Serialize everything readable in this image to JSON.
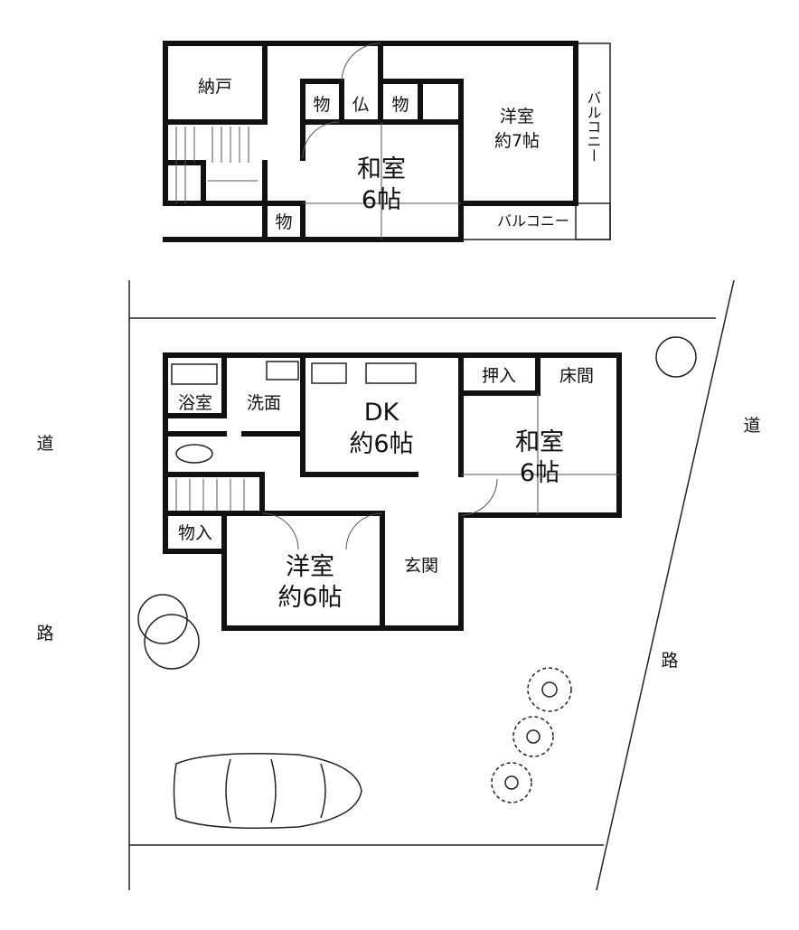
{
  "upper_floor": {
    "storage_room": "納戸",
    "closet_left": "物",
    "altar": "仏",
    "closet_right": "物",
    "japanese_room": {
      "name": "和室",
      "size": "6帖"
    },
    "western_room": {
      "name": "洋室",
      "size": "約7帖"
    },
    "balcony_side": "バルコニー",
    "balcony_bottom": "バルコニー",
    "closet_small": "物"
  },
  "lower_floor": {
    "bath": "浴室",
    "washroom": "洗面",
    "dk": {
      "name": "DK",
      "size": "約6帖"
    },
    "oshiire": "押入",
    "tokonoma": "床間",
    "japanese_room": {
      "name": "和室",
      "size": "6帖"
    },
    "storage": "物入",
    "western_room": {
      "name": "洋室",
      "size": "約6帖"
    },
    "entrance": "玄関"
  },
  "roads": {
    "left": [
      "道",
      "路"
    ],
    "right": [
      "道",
      "路"
    ]
  }
}
